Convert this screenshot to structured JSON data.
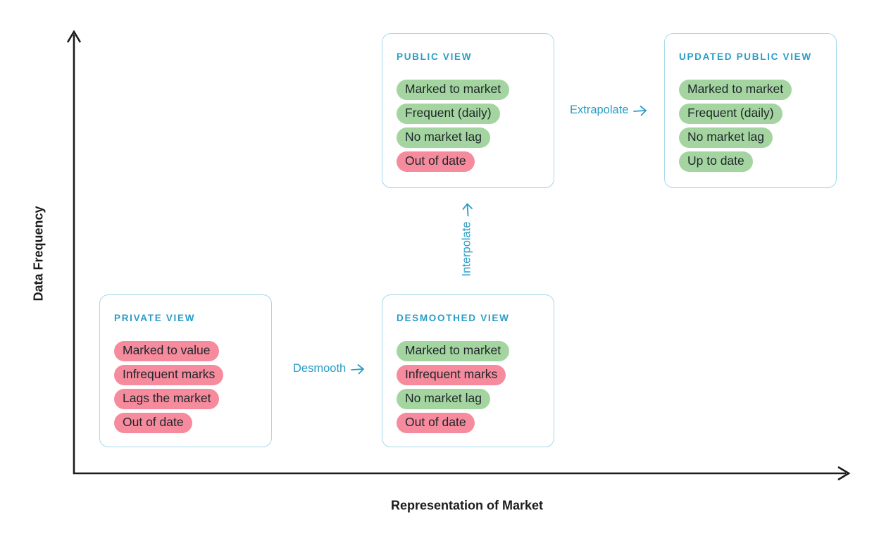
{
  "axes": {
    "y_label": "Data Frequency",
    "x_label": "Representation of Market"
  },
  "colors": {
    "accent_teal": "#2a9dc6",
    "tag_positive_bg": "#a4d5a0",
    "tag_negative_bg": "#f58b9d",
    "box_border": "#a6d8eb",
    "axis_color": "#1b1b1b",
    "tag_text": "#20262b"
  },
  "icons": {
    "arrow_right": "→",
    "arrow_up": "↑"
  },
  "boxes": [
    {
      "id": "private-view",
      "title": "PRIVATE VIEW",
      "tags": [
        {
          "label": "Marked to value",
          "type": "negative"
        },
        {
          "label": "Infrequent marks",
          "type": "negative"
        },
        {
          "label": "Lags the market",
          "type": "negative"
        },
        {
          "label": "Out of date",
          "type": "negative"
        }
      ]
    },
    {
      "id": "desmoothed-view",
      "title": "DESMOOTHED VIEW",
      "tags": [
        {
          "label": "Marked to market",
          "type": "positive"
        },
        {
          "label": "Infrequent marks",
          "type": "negative"
        },
        {
          "label": "No market lag",
          "type": "positive"
        },
        {
          "label": "Out of date",
          "type": "negative"
        }
      ]
    },
    {
      "id": "public-view",
      "title": "PUBLIC VIEW",
      "tags": [
        {
          "label": "Marked to market",
          "type": "positive"
        },
        {
          "label": "Frequent (daily)",
          "type": "positive"
        },
        {
          "label": "No market lag",
          "type": "positive"
        },
        {
          "label": "Out of date",
          "type": "negative"
        }
      ]
    },
    {
      "id": "updated-public-view",
      "title": "UPDATED PUBLIC VIEW",
      "tags": [
        {
          "label": "Marked to market",
          "type": "positive"
        },
        {
          "label": "Frequent (daily)",
          "type": "positive"
        },
        {
          "label": "No market lag",
          "type": "positive"
        },
        {
          "label": "Up to date",
          "type": "positive"
        }
      ]
    }
  ],
  "transitions": [
    {
      "label": "Desmooth",
      "direction": "right"
    },
    {
      "label": "Interpolate",
      "direction": "up"
    },
    {
      "label": "Extrapolate",
      "direction": "right"
    }
  ]
}
